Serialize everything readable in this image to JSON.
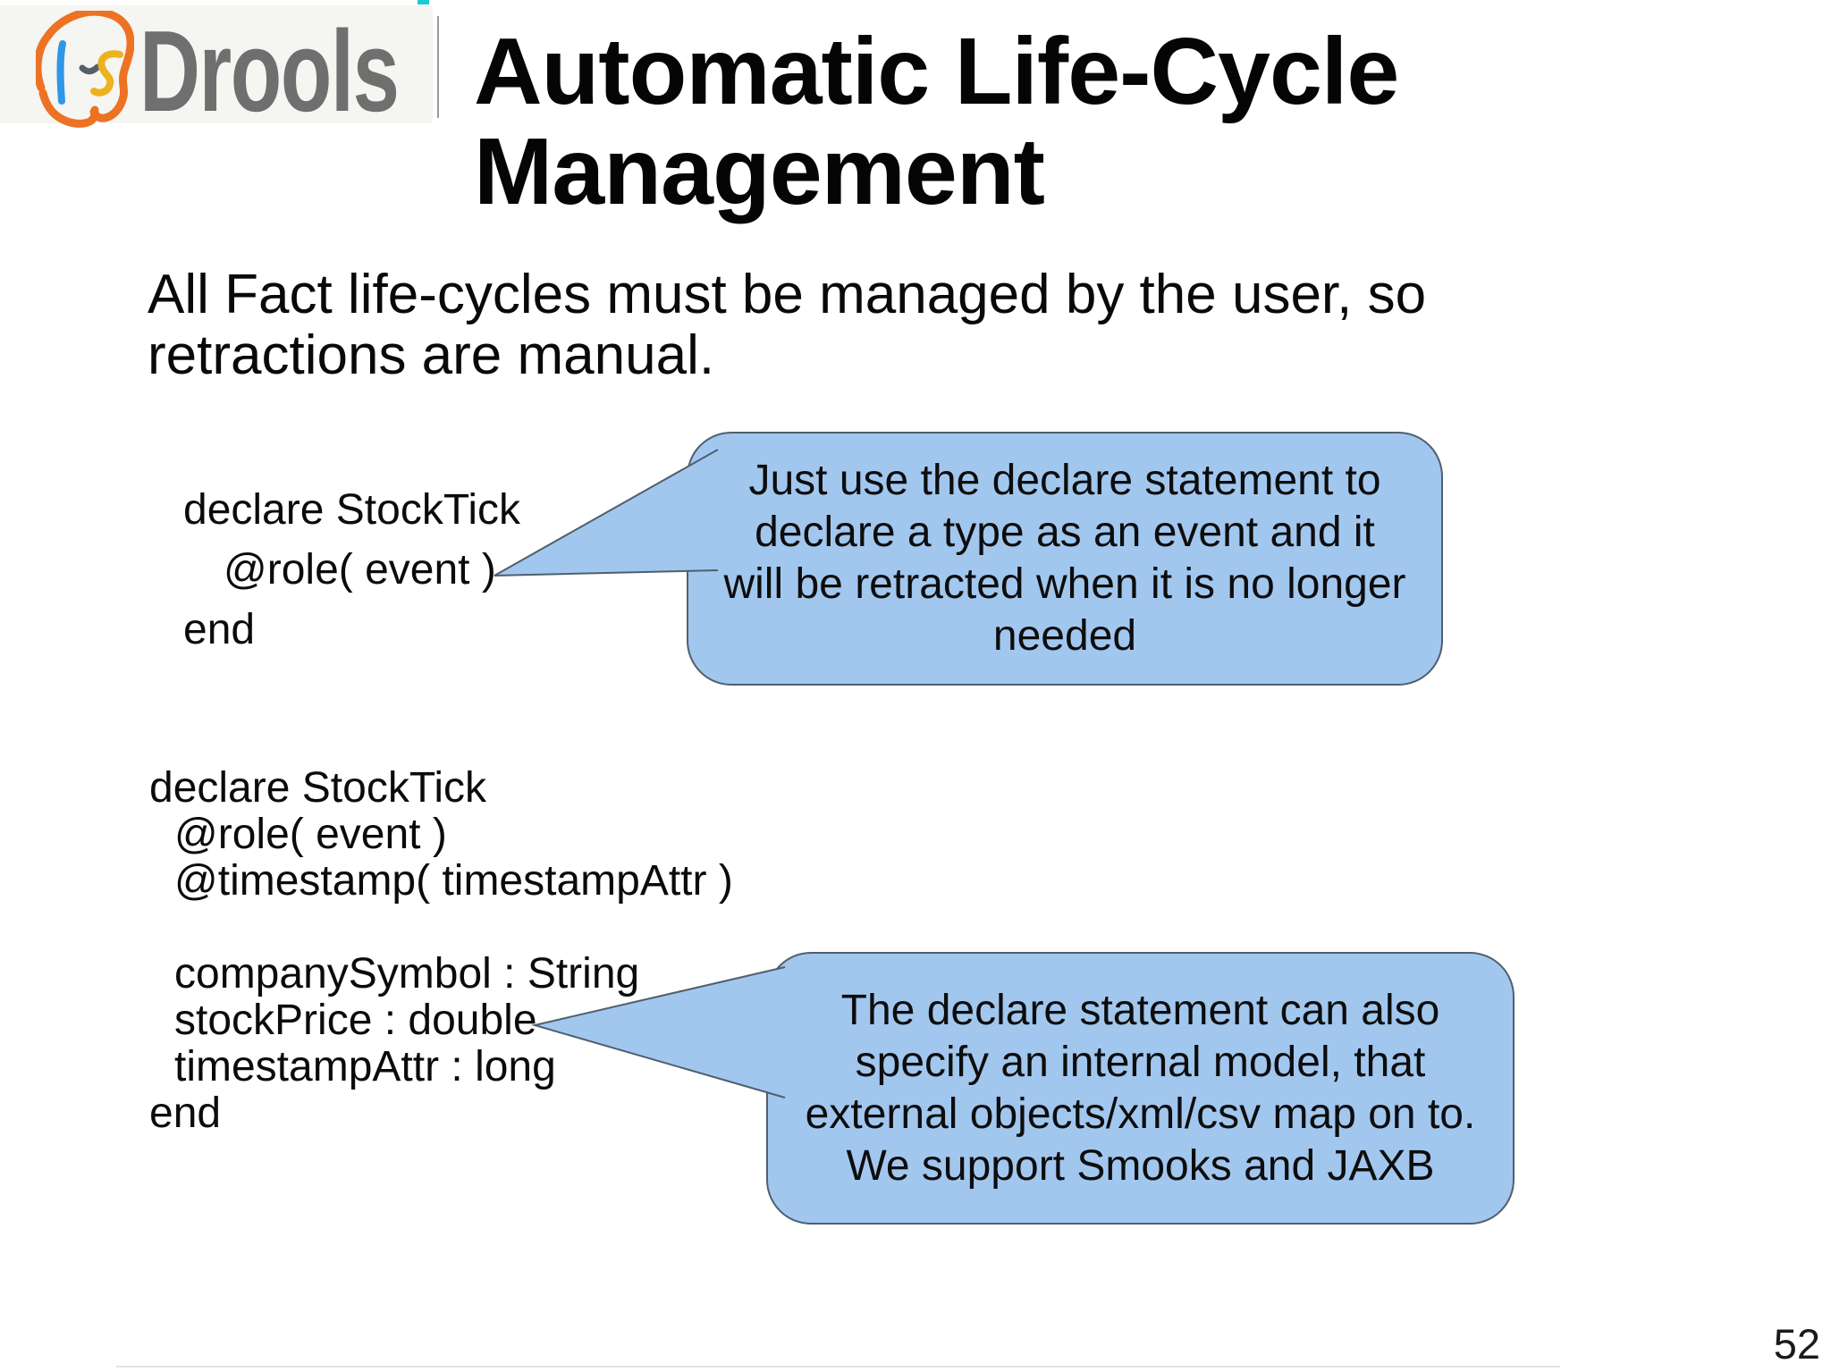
{
  "slide": {
    "brand": "Drools",
    "title": [
      "Automatic Life-Cycle",
      "Management"
    ],
    "intro": [
      "All Fact life-cycles must be managed by the user, so",
      "retractions are manual."
    ],
    "page_number": "52"
  },
  "code1": {
    "lines": [
      "declare StockTick",
      "@role( event )",
      "end"
    ]
  },
  "code2": {
    "lines": [
      "declare StockTick",
      "@role( event )",
      "@timestamp( timestampAttr )",
      "companySymbol : String",
      "stockPrice : double",
      "timestampAttr : long",
      "end"
    ]
  },
  "bubble1": {
    "lines": [
      "Just use the declare statement to",
      "declare a type as an event and it",
      "will be retracted when it is no longer",
      "needed"
    ]
  },
  "bubble2": {
    "lines": [
      "The declare statement can also",
      "specify an internal model, that",
      "external objects/xml/csv map on to.",
      "We support Smooks and JAXB"
    ]
  },
  "icons": {
    "logo": "drools-face-icon"
  },
  "colors": {
    "bubble_fill": "#a2c7ef",
    "bubble_border": "#4f5f6d",
    "logo_orange": "#ed7224",
    "logo_blue": "#2f96e8",
    "logo_yellow": "#ecb21f",
    "logo_brow": "#566069",
    "brand_gray": "#6f6f6f",
    "teal_artifact": "#1ec8d2"
  }
}
